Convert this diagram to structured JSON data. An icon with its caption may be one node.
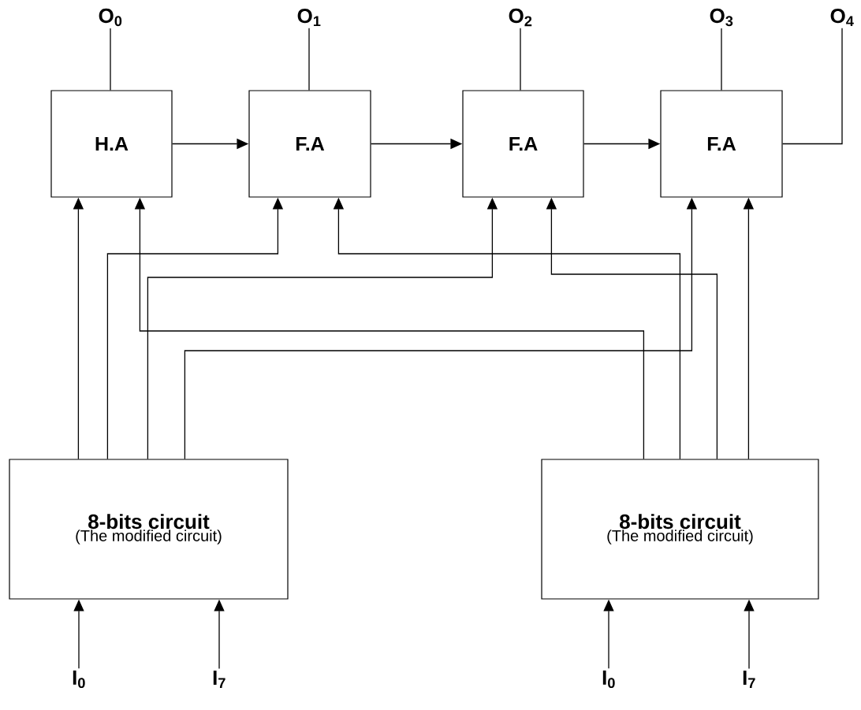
{
  "diagram": {
    "nodes": [
      {
        "text": [
          "H.A"
        ]
      },
      {
        "text": [
          "F.A"
        ]
      },
      {
        "text": [
          "F.A"
        ]
      },
      {
        "text": [
          "F.A"
        ]
      },
      {
        "text": [
          "8-bits circuit",
          "(The modified circuit)"
        ]
      },
      {
        "text": [
          "8-bits circuit",
          "(The modified circuit)"
        ]
      },
      {
        "text": [
          "O$_{0}$"
        ]
      },
      {
        "text": [
          "O$_{1}$"
        ]
      },
      {
        "text": [
          "O$_{2}$"
        ]
      },
      {
        "text": [
          "O$_{3}$"
        ]
      },
      {
        "text": [
          "O$_{4}$"
        ]
      },
      {
        "text": [
          "I$_{0}$"
        ]
      },
      {
        "text": [
          "I$_{7}$"
        ]
      },
      {
        "text": [
          "I$_{0}$"
        ]
      },
      {
        "text": [
          "I$_{7}$"
        ]
      }
    ],
    "edges": [
      {
        "from": 0,
        "to": 1,
        "arrow": "to"
      },
      {
        "from": 1,
        "to": 2,
        "arrow": "to"
      },
      {
        "from": 2,
        "to": 3,
        "arrow": "to"
      },
      {
        "from": 0,
        "to": 6,
        "arrow": "none"
      },
      {
        "from": 1,
        "to": 7,
        "arrow": "none"
      },
      {
        "from": 2,
        "to": 8,
        "arrow": "none"
      },
      {
        "from": 3,
        "to": 9,
        "arrow": "none"
      },
      {
        "from": 3,
        "to": 10,
        "arrow": "none"
      },
      {
        "from": 11,
        "to": 4,
        "arrow": "to"
      },
      {
        "from": 12,
        "to": 4,
        "arrow": "to"
      },
      {
        "from": 13,
        "to": 5,
        "arrow": "to"
      },
      {
        "from": 14,
        "to": 5,
        "arrow": "to"
      },
      {
        "from": 4,
        "to": 0,
        "arrow": "to"
      },
      {
        "from": 4,
        "to": 1,
        "arrow": "to"
      },
      {
        "from": 4,
        "to": 2,
        "arrow": "to"
      },
      {
        "from": 4,
        "to": 3,
        "arrow": "to"
      },
      {
        "from": 5,
        "to": 0,
        "arrow": "to"
      },
      {
        "from": 5,
        "to": 1,
        "arrow": "to"
      },
      {
        "from": 5,
        "to": 2,
        "arrow": "to"
      },
      {
        "from": 5,
        "to": 3,
        "arrow": "to"
      }
    ]
  }
}
